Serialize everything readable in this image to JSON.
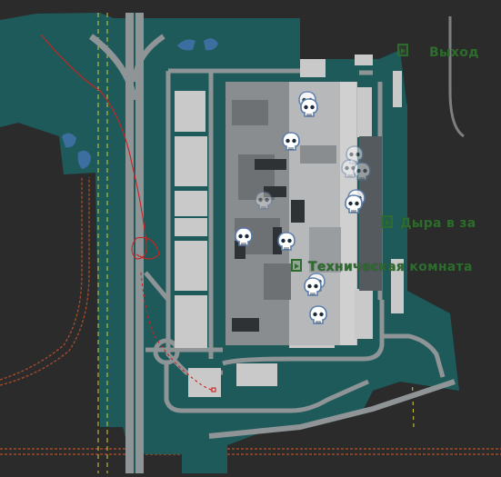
{
  "map": {
    "colors": {
      "background": "#2b2b2b",
      "territory": "#1e5a5a",
      "road": "#8f9497",
      "building": "#c9c9c9",
      "mall": "#8a8d90",
      "exit_label": "#2f6b2e",
      "route": "#cc2222",
      "boundary_dashed": "#a24a2a",
      "lane_line": "#d6cf3a"
    },
    "labels": {
      "exit_1": "Выход",
      "exit_2": "Дыра в за",
      "exit_3": "Техническая комната"
    },
    "icons": {
      "boss_marker": "skull-icon",
      "exit_marker": "exit-door-icon"
    }
  }
}
